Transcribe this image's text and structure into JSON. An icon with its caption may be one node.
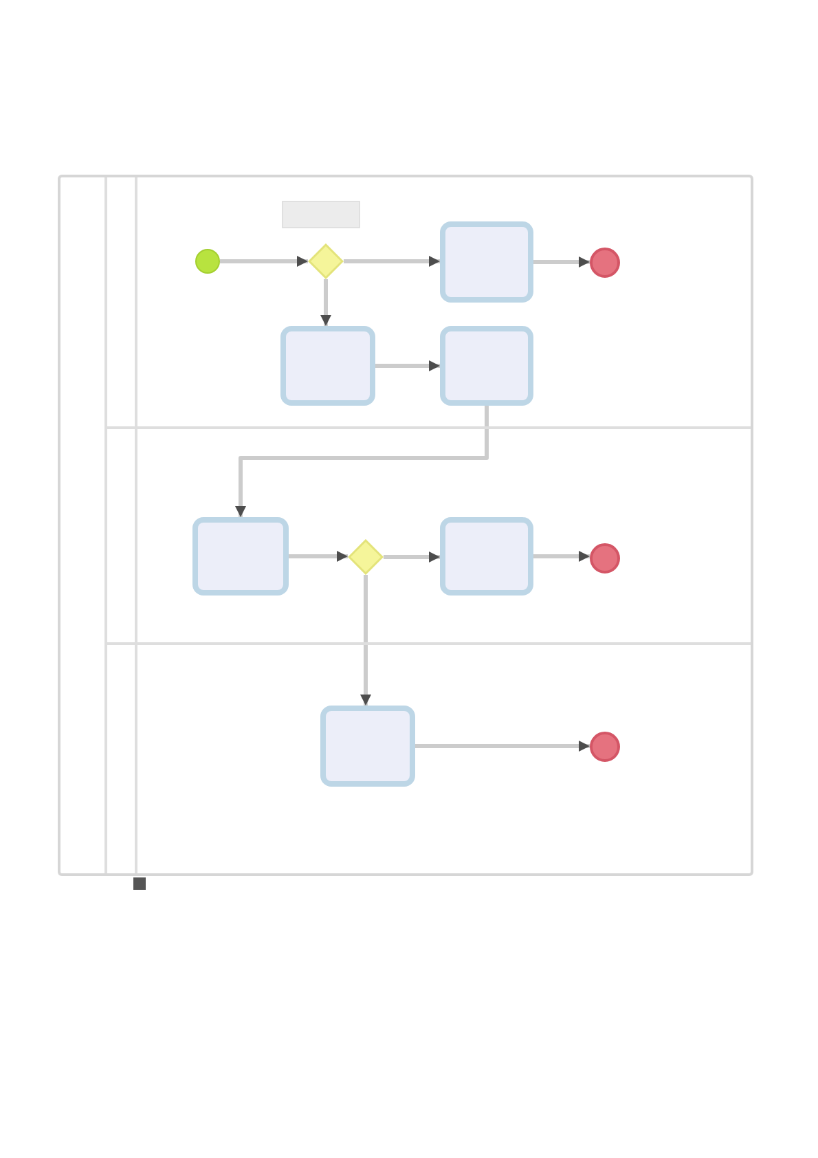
{
  "diagram": {
    "nodes": [
      {
        "text": [],
        "shape": "box"
      },
      {
        "text": [],
        "shape": "band",
        "in": 0
      },
      {
        "text": [],
        "shape": "box",
        "in": 1
      },
      {
        "text": [],
        "shape": "circle",
        "in": 1
      },
      {
        "text": [],
        "shape": "diamond",
        "in": 1
      },
      {
        "text": [],
        "shape": "box",
        "in": 1
      },
      {
        "text": [],
        "shape": "circle",
        "in": 1
      },
      {
        "text": [],
        "shape": "box",
        "in": 1
      },
      {
        "text": [],
        "shape": "box",
        "in": 1
      },
      {
        "text": [],
        "shape": "band",
        "in": 0
      },
      {
        "text": [],
        "shape": "box",
        "in": 9
      },
      {
        "text": [],
        "shape": "diamond",
        "in": 9
      },
      {
        "text": [],
        "shape": "box",
        "in": 9
      },
      {
        "text": [],
        "shape": "circle",
        "in": 9
      },
      {
        "text": [],
        "shape": "band",
        "in": 0
      },
      {
        "text": [],
        "shape": "box",
        "in": 14
      },
      {
        "text": [],
        "shape": "circle",
        "in": 14
      }
    ],
    "edges": [
      {
        "from": 3,
        "to": 4,
        "arrow": "to"
      },
      {
        "from": 4,
        "to": 5,
        "arrow": "to"
      },
      {
        "from": 5,
        "to": 6,
        "arrow": "to"
      },
      {
        "from": 4,
        "to": 7,
        "arrow": "to"
      },
      {
        "from": 7,
        "to": 8,
        "arrow": "to"
      },
      {
        "from": 8,
        "to": 10,
        "arrow": "to"
      },
      {
        "from": 10,
        "to": 11,
        "arrow": "to"
      },
      {
        "from": 11,
        "to": 12,
        "arrow": "to"
      },
      {
        "from": 12,
        "to": 13,
        "arrow": "to"
      },
      {
        "from": 11,
        "to": 15,
        "arrow": "to"
      },
      {
        "from": 15,
        "to": 16,
        "arrow": "to"
      }
    ]
  }
}
